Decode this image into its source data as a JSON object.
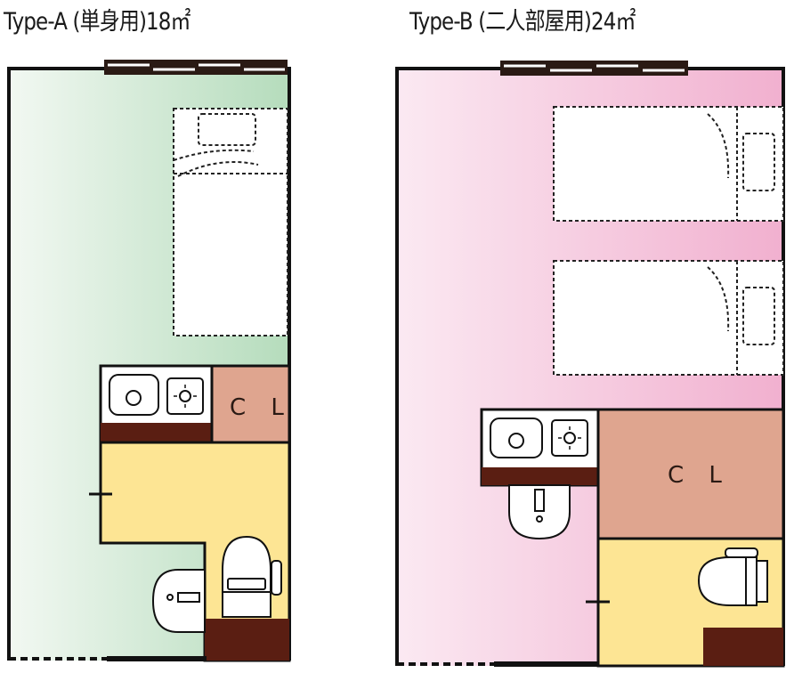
{
  "plans": [
    {
      "title": "Type-A (単身用)18㎡",
      "closet_label": "C L",
      "fill_colors": {
        "room_light": "#f2f8f2",
        "room_dark": "#b5dcbc"
      }
    },
    {
      "title": "Type-B (二人部屋用)24㎡",
      "closet_label": "C L",
      "fill_colors": {
        "room_light": "#fbe9f2",
        "room_dark": "#f1b0cf"
      }
    }
  ],
  "colors": {
    "bath": "#fde594",
    "wall_brown": "#5a1e12",
    "closet": "#dfa58f"
  }
}
